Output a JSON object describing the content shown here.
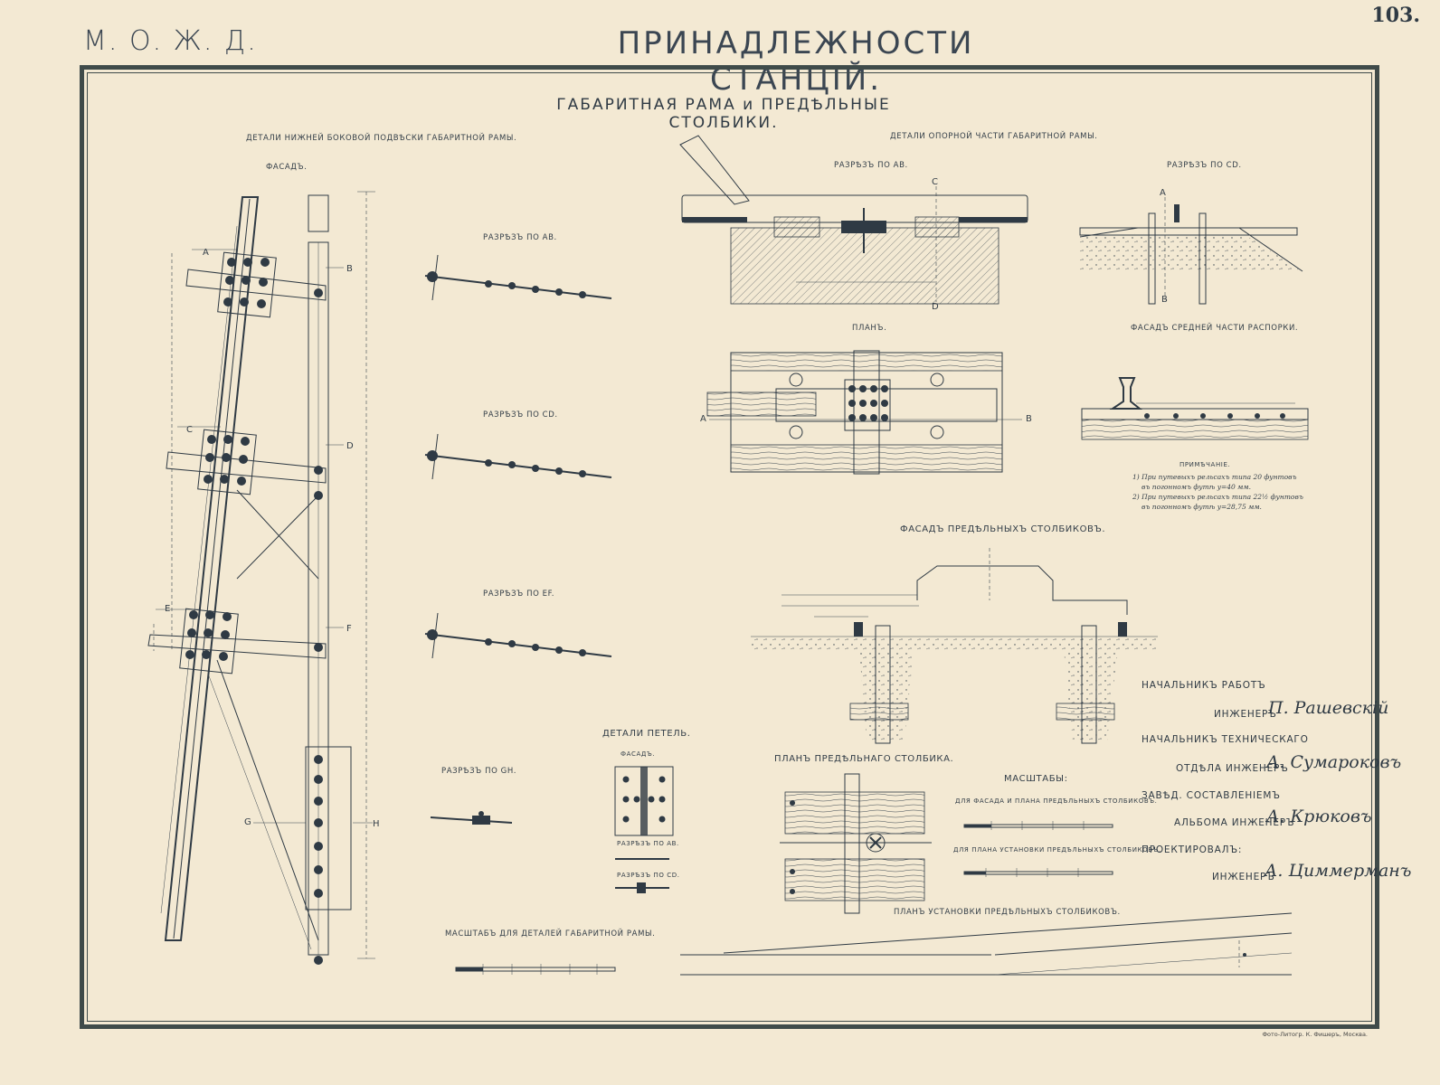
{
  "header": {
    "railway": "М. О. Ж. Д.",
    "title": "ПРИНАДЛЕЖНОСТИ СТАНЦIЙ.",
    "sheet_number": "103."
  },
  "sheet_title": "ГАБАРИТНАЯ РАМА и ПРЕДѢЛЬНЫЕ СТОЛБИКИ.",
  "sections": {
    "lower_suspension": "ДЕТАЛИ НИЖНЕЙ БОКОВОЙ ПОДВѢСКИ ГАБАРИТНОЙ РАМЫ.",
    "facade": "ФАСАДЪ.",
    "support_part": "ДЕТАЛИ ОПОРНОЙ ЧАСТИ ГАБАРИТНОЙ РАМЫ.",
    "section_ab_top": "РАЗРѢЗЪ ПО АB.",
    "section_cd_top": "РАЗРѢЗЪ ПО CD.",
    "section_ab": "РАЗРѢЗЪ ПО АB.",
    "section_cd": "РАЗРѢЗЪ ПО CD.",
    "section_ef": "РАЗРѢЗЪ ПО EF.",
    "section_gh": "РАЗРѢЗЪ ПО GH.",
    "plan": "ПЛАНЪ.",
    "middle_facade": "ФАСАДЪ СРЕДНЕЙ ЧАСТИ РАСПОРКИ.",
    "posts_facade": "ФАСАДЪ ПРЕДѢЛЬНЫХЪ СТОЛБИКОВЪ.",
    "post_plan": "ПЛАНЪ ПРЕДѢЛЬНАГО СТОЛБИКА.",
    "posts_layout_plan": "ПЛАНЪ УСТАНОВКИ ПРЕДѢЛЬНЫХЪ СТОЛБИКОВЪ.",
    "loops": "ДЕТАЛИ ПЕТЕЛЬ.",
    "loops_facade": "ФАСАДЪ.",
    "loops_ab": "РАЗРѢЗЪ ПО АB.",
    "loops_cd": "РАЗРѢЗЪ ПО CD.",
    "scale_frame": "МАСШТАБЪ ДЛЯ ДЕТАЛЕЙ ГАБАРИТНОЙ РАМЫ."
  },
  "scales": {
    "title": "МАСШТАБЫ:",
    "facade_plan": "ДЛЯ ФАСАДА И ПЛАНА ПРЕДѢЛЬНЫХЪ СТОЛБИКОВЪ.",
    "layout_plan": "ДЛЯ ПЛАНА УСТАНОВКИ ПРЕДѢЛЬНЫХЪ СТОЛБИКОВЪ."
  },
  "note": {
    "title": "ПРИМѢЧАНIЕ.",
    "lines": [
      "1) При путевыхъ рельсахъ типа 20 фунтовъ",
      "въ погонномъ футѣ y=40 мм.",
      "2) При путевыхъ рельсахъ типа 22½ фунтовъ",
      "въ погонномъ футѣ y=28,75 мм."
    ]
  },
  "points": {
    "A": "A",
    "B": "B",
    "C": "C",
    "D": "D",
    "E": "E",
    "F": "F",
    "G": "G",
    "H": "H"
  },
  "credits": [
    {
      "role": "НАЧАЛЬНИКЪ РАБОТЪ",
      "title": "ИНЖЕНЕРЪ",
      "name": "П. Рашевскiй"
    },
    {
      "role": "НАЧАЛЬНИКЪ ТЕХНИЧЕСКАГО",
      "title": "ОТДѢЛА ИНЖЕНЕРЪ",
      "name": "А. Сумароковъ"
    },
    {
      "role": "ЗАВѢД. СОСТАВЛЕНIЕМЪ",
      "title": "АЛЬБОМА ИНЖЕНЕРЪ",
      "name": "А. Крюковъ"
    },
    {
      "role": "ПРОЕКТИРОВАЛЪ:",
      "title": "ИНЖЕНЕРЪ",
      "name": "А. Циммерманъ"
    }
  ],
  "footer": "Фото-Литогр. К. Фишеръ, Москва."
}
